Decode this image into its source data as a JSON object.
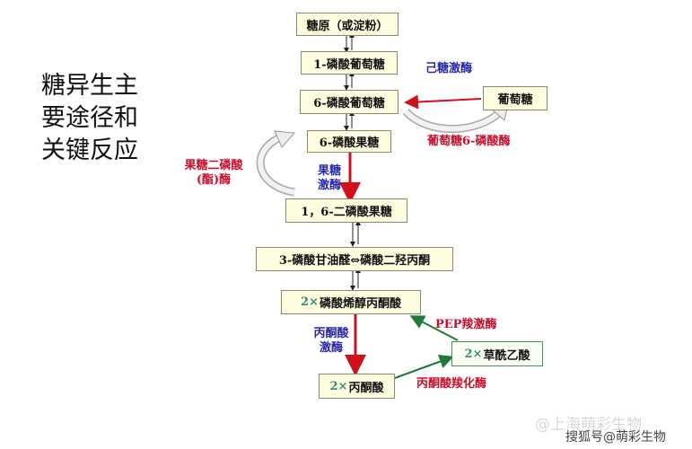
{
  "title_lines": [
    "糖异生主",
    "要途径和",
    "关键反应"
  ],
  "nodes": {
    "glycogen": "糖原（或淀粉）",
    "g1p": "1-磷酸葡萄糖",
    "g6p": "6-磷酸葡萄糖",
    "f6p": "6-磷酸果糖",
    "f16bp": "1，6-二磷酸果糖",
    "triose": "3-磷酸甘油醛⇔磷酸二羟丙酮",
    "pep_prefix": "2×",
    "pep": "磷酸烯醇丙酮酸",
    "pyruvate_prefix": "2×",
    "pyruvate": "丙酮酸",
    "oaa_prefix": "2×",
    "oaa": "草酰乙酸",
    "glucose": "葡萄糖"
  },
  "labels": {
    "hexokinase": "己糖激酶",
    "g6pase": "葡萄糖6-磷酸酶",
    "fbpase_line1": "果糖二磷酸",
    "fbpase_line2": "(酯)酶",
    "pfk_line1": "果糖",
    "pfk_line2": "激酶",
    "pk_line1": "丙酮酸",
    "pk_line2": "激酶",
    "pepck": "PEP羧激酶",
    "pc": "丙酮酸羧化酶"
  },
  "watermarks": {
    "line1": "@上海萌彩生物",
    "line2": "搜狐号@萌彩生物"
  },
  "colors": {
    "box_fill": "#fffde0",
    "box_border": "#8a8a6a",
    "red_arrow": "#d0101a",
    "green_arrow": "#1f7a3a",
    "blue_text": "#2a2aa8",
    "red_text": "#c8102e"
  }
}
